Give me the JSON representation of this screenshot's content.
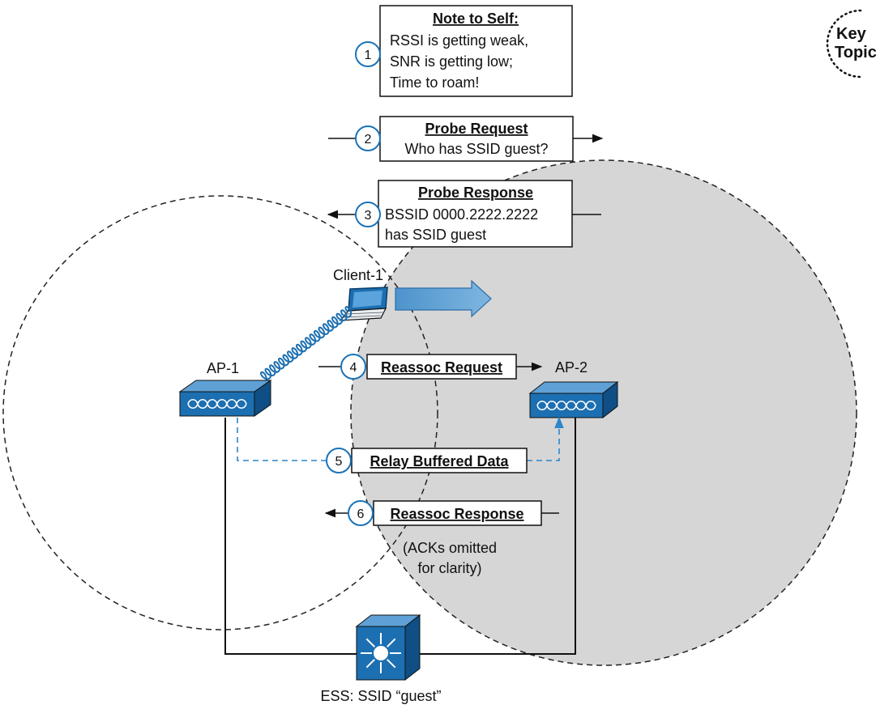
{
  "key_topic": {
    "line1": "Key",
    "line2": "Topic"
  },
  "steps": [
    {
      "num": "1",
      "title": "Note to Self:",
      "lines": [
        "RSSI is getting weak,",
        "SNR is getting low;",
        "Time to roam!"
      ]
    },
    {
      "num": "2",
      "title": "Probe Request",
      "lines": [
        "Who has SSID guest?"
      ]
    },
    {
      "num": "3",
      "title": "Probe Response",
      "lines": [
        "BSSID 0000.2222.2222",
        "has SSID guest"
      ]
    },
    {
      "num": "4",
      "title": "Reassoc Request",
      "lines": []
    },
    {
      "num": "5",
      "title": "Relay Buffered Data",
      "lines": []
    },
    {
      "num": "6",
      "title": "Reassoc Response",
      "lines": []
    }
  ],
  "nodes": {
    "client": "Client-1",
    "ap1": "AP-1",
    "ap2": "AP-2"
  },
  "note": [
    "(ACKs omitted",
    "for clarity)"
  ],
  "ess_label": "ESS: SSID “guest”",
  "colors": {
    "device_blue": "#1c6fb1",
    "arrow_blue": "#6aa8d8",
    "circle_fill": "#d6d6d6",
    "relay": "#2f86c8"
  }
}
